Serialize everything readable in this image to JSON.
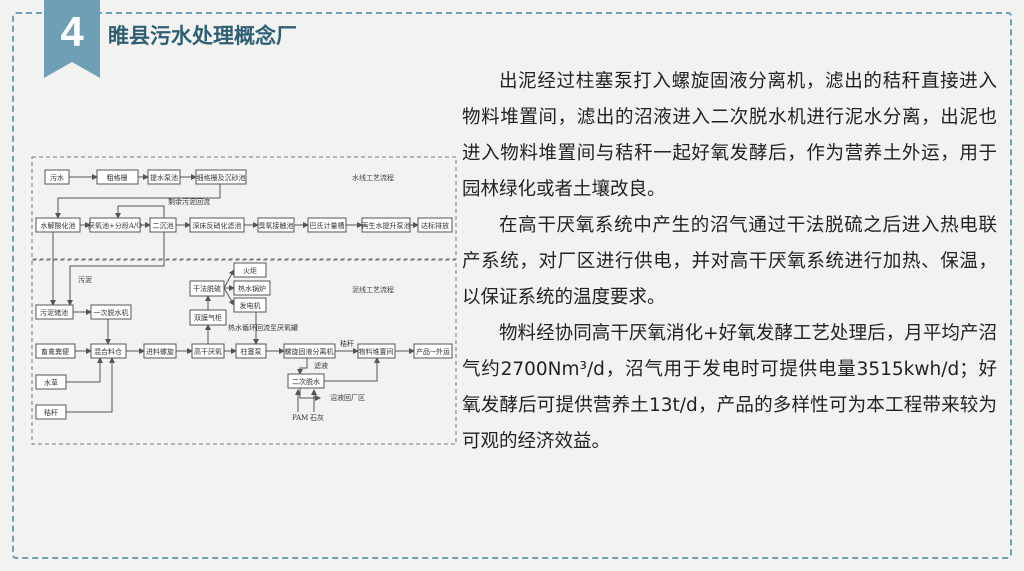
{
  "header": {
    "number": "4",
    "title": "睢县污水处理概念厂"
  },
  "paragraphs": [
    "出泥经过柱塞泵打入螺旋固液分离机，滤出的秸秆直接进入物料堆置间，滤出的沼液进入二次脱水机进行泥水分离，出泥也进入物料堆置间与秸秆一起好氧发酵后，作为营养土外运，用于园林绿化或者土壤改良。",
    "在高干厌氧系统中产生的沼气通过干法脱硫之后进入热电联产系统，对厂区进行供电，并对高干厌氧系统进行加热、保温，以保证系统的温度要求。",
    "物料经协同高干厌氧消化+好氧发酵工艺处理后，月平均产沼气约2700Nm³/d，沼气用于发电时可提供电量3515kwh/d；好氧发酵后可提供营养土13t/d，产品的多样性可为本工程带来较为可观的经济效益。"
  ],
  "diagram": {
    "water_section_label": "水线工艺流程",
    "sludge_section_label": "泥线工艺流程",
    "nodes": {
      "sewage": "污水",
      "coarse_screen": "粗格栅",
      "lift_pump": "提水泵池",
      "fine_screen": "细格栅及沉砂池",
      "hydrolysis": "水解酸化池",
      "aao": "厌氧池+分段A/O",
      "secondary_clarifier": "二沉池",
      "denitrification": "深床反硝化滤池",
      "ozone": "臭氧接触池",
      "flow_meter": "巴氏计量槽",
      "reuse_pump": "再生水提升泵池",
      "discharge": "达标排放",
      "sludge_tank": "污泥储池",
      "dewatering1": "一次脱水机",
      "manure": "畜禽粪便",
      "straw_water": "水草",
      "straw": "秸秆",
      "mixing": "混合料仓",
      "conveyor": "进料螺旋",
      "anaerobic": "高干厌氧",
      "piston_pump": "柱塞泵",
      "screw_separator": "螺旋固液分离机",
      "dewatering2": "二次脱水",
      "compost": "物料堆置间",
      "product": "产品→外运",
      "desulfur": "干法脱硫",
      "biogas_holder": "双膜气柜",
      "torch": "火炬",
      "boiler": "热水锅炉",
      "generator": "发电机"
    },
    "edge_labels": {
      "return_sludge": "剩余污泥回流",
      "heat_return": "热水循环回流至厌氧罐",
      "residual_sludge": "污泥",
      "straw_out": "秸秆",
      "filtrate": "滤液",
      "liquid_to_plant": "沼液回厂区",
      "pam": "PAM",
      "lime": "石灰"
    }
  }
}
